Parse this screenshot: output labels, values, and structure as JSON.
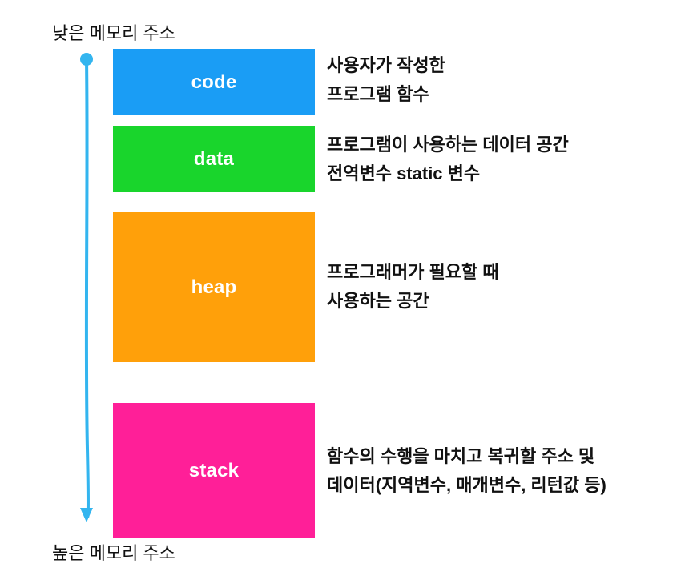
{
  "top_label": "낮은 메모리 주소",
  "bottom_label": "높은 메모리 주소",
  "colors": {
    "arrow": "#33b5ef",
    "text": "#111111",
    "segment_text": "#ffffff"
  },
  "segments": [
    {
      "name": "code",
      "color": "#1a9df5",
      "description": [
        "사용자가 작성한",
        "프로그램 함수"
      ]
    },
    {
      "name": "data",
      "color": "#19d52c",
      "description": [
        "프로그램이 사용하는 데이터 공간",
        "전역변수 static 변수"
      ]
    },
    {
      "name": "heap",
      "color": "#ffa00a",
      "description": [
        "프로그래머가 필요할 때",
        "사용하는 공간"
      ]
    },
    {
      "name": "stack",
      "color": "#ff1f98",
      "description": [
        "함수의 수행을 마치고 복귀할 주소 및",
        "데이터(지역변수, 매개변수, 리턴값 등)"
      ]
    }
  ]
}
